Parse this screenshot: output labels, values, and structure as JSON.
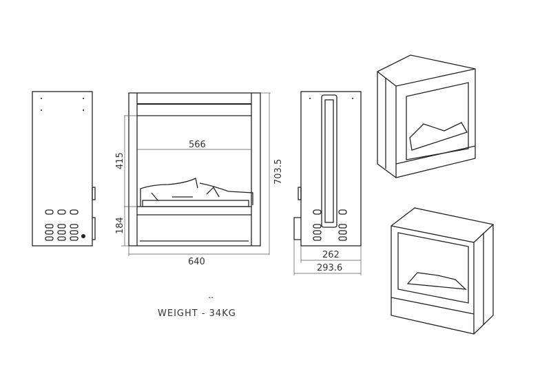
{
  "drawing": {
    "dimensions": {
      "inner_width": "566",
      "opening_height": "415",
      "base_height": "184",
      "overall_height": "703.5",
      "overall_width": "640",
      "depth": "262",
      "overall_depth": "293.6"
    },
    "weight_label": "WEIGHT - 34KG"
  }
}
